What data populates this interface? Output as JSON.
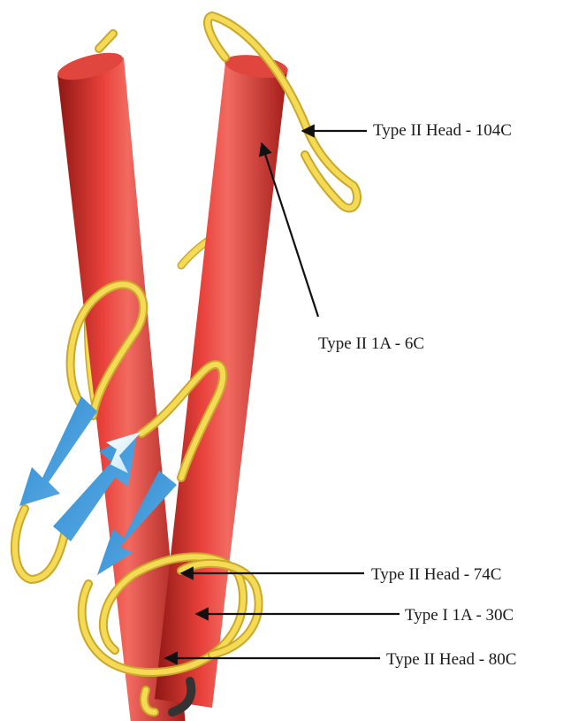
{
  "labels": {
    "head_104c": "Type II Head - 104C",
    "ia_6c": "Type II 1A - 6C",
    "head_74c": "Type II Head - 74C",
    "ia_30c": "Type I 1A - 30C",
    "head_80c": "Type II Head - 80C"
  },
  "colors": {
    "helix": "#d8322d",
    "coil": "#f2d54a",
    "strand": "#3f98d8",
    "arrow_line": "#111111"
  }
}
